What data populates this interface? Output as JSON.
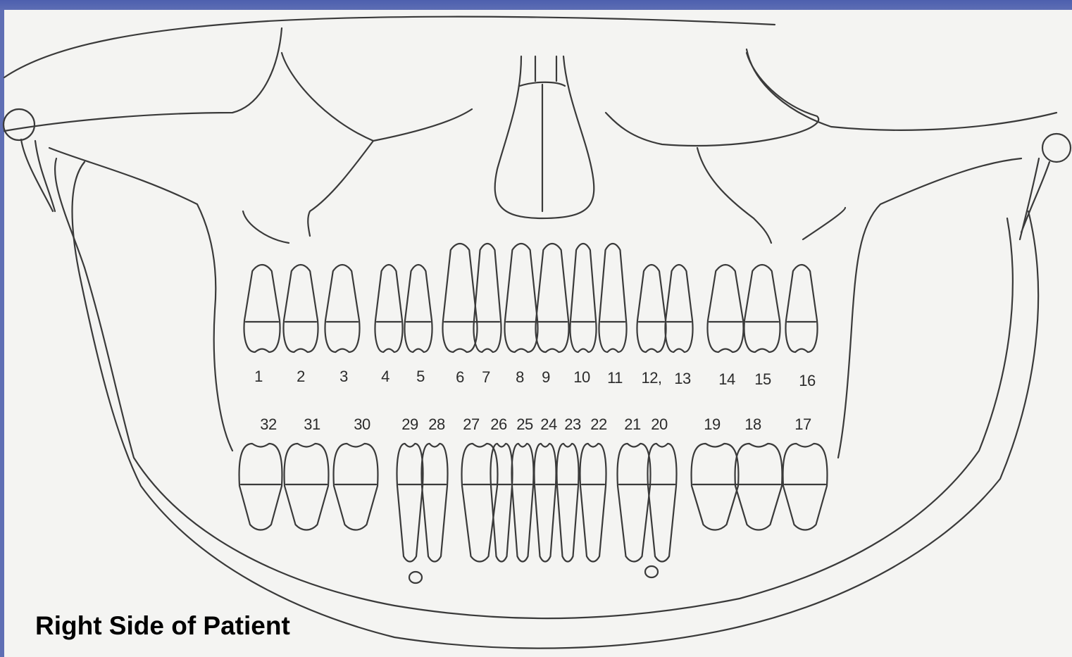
{
  "upper_numbers": [
    "1",
    "2",
    "3",
    "4",
    "5",
    "6",
    "7",
    "8",
    "9",
    "10",
    "11",
    "12,",
    "13",
    "14",
    "15",
    "16"
  ],
  "lower_numbers": [
    "32",
    "31",
    "30",
    "29",
    "28",
    "27",
    "26",
    "25",
    "24",
    "23",
    "22",
    "21",
    "20",
    "19",
    "18",
    "17"
  ],
  "orientation_label": "Right Side of Patient",
  "colors": {
    "slide_background": "#5f6fb4",
    "paper": "#f4f4f2",
    "line": "#3a3a3a",
    "label": "#000000"
  }
}
